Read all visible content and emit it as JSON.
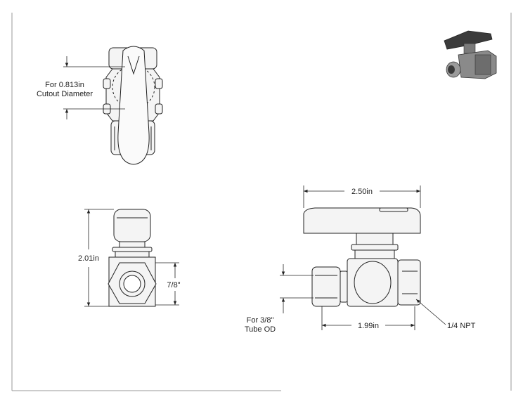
{
  "drawing": {
    "top_view": {
      "cutout_note_line1": "For 0.813in",
      "cutout_note_line2": "Cutout Diameter"
    },
    "front_view": {
      "height_dim": "2.01in",
      "hex_dim": "7/8\""
    },
    "side_view": {
      "handle_length_dim": "2.50in",
      "body_length_dim": "1.99in",
      "tube_note_line1": "For 3/8\"",
      "tube_note_line2": "Tube OD",
      "thread_note": "1/4 NPT"
    }
  },
  "colors": {
    "ink": "#222222",
    "fill": "#f2f2f2",
    "handle_dark": "#3b3b3b",
    "body_gray": "#8a8a8a"
  }
}
